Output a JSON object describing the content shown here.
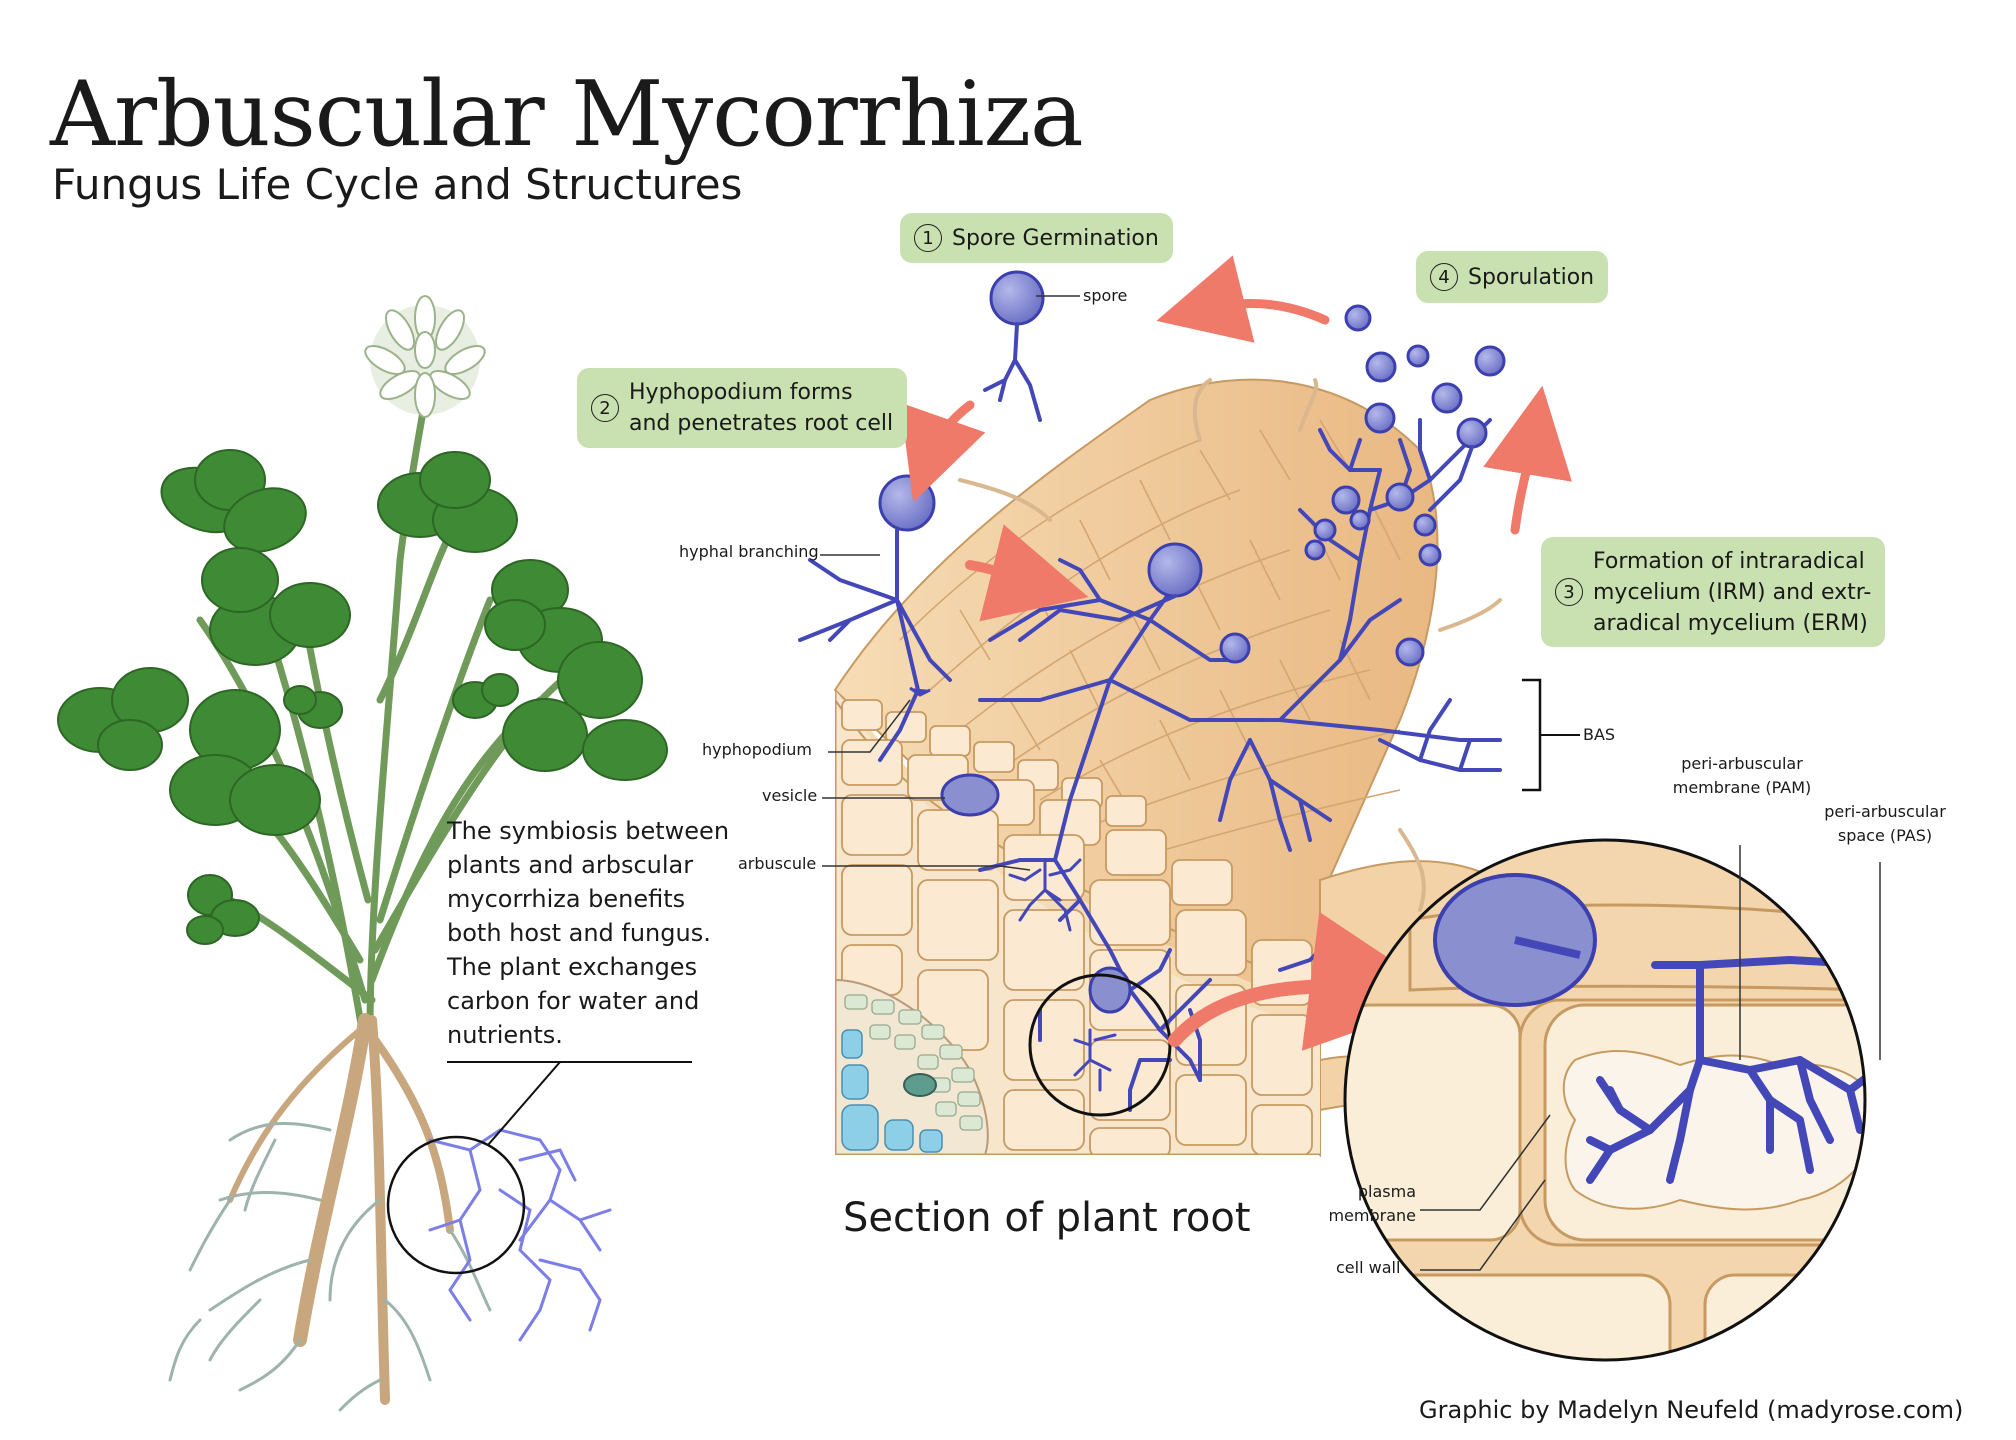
{
  "title": "Arbuscular Mycorrhiza",
  "subtitle": "Fungus Life Cycle and Structures",
  "stages": [
    {
      "number": "1",
      "label": "Spore Germination"
    },
    {
      "number": "2",
      "label": "Hyphopodium forms\nand penetrates root cell"
    },
    {
      "number": "3",
      "label": "Formation of  intraradical\nmycelium (IRM) and extr-\naradical mycelium (ERM)"
    },
    {
      "number": "4",
      "label": "Sporulation"
    }
  ],
  "labels": {
    "spore": "spore",
    "hyphal_branching": "hyphal branching",
    "hyphopodium": "hyphopodium",
    "vesicle": "vesicle",
    "arbuscule": "arbuscule",
    "bas": "BAS",
    "pam": "peri-arbuscular\nmembrane (PAM)",
    "pas": "peri-arbuscular\nspace (PAS)",
    "plasma_membrane": "plasma\nmembrane",
    "cell_wall": "cell wall"
  },
  "description": "The symbiosis between\nplants and arbscular\nmycorrhiza benefits\nboth host and fungus.\nThe plant exchanges\ncarbon for water and\nnutrients.",
  "section_title": "Section of plant root",
  "credit": "Graphic by Madelyn Neufeld (madyrose.com)",
  "colors": {
    "fungus": "#5b5fc7",
    "spore_fill": "#8a8fcf",
    "root": "#f2d2a6",
    "root_cell_line": "#c79a62",
    "arrow": "#f07a6a",
    "stage_box": "#c9e1b0",
    "leaf": "#3f8a34",
    "stem": "#6f9a5a"
  }
}
